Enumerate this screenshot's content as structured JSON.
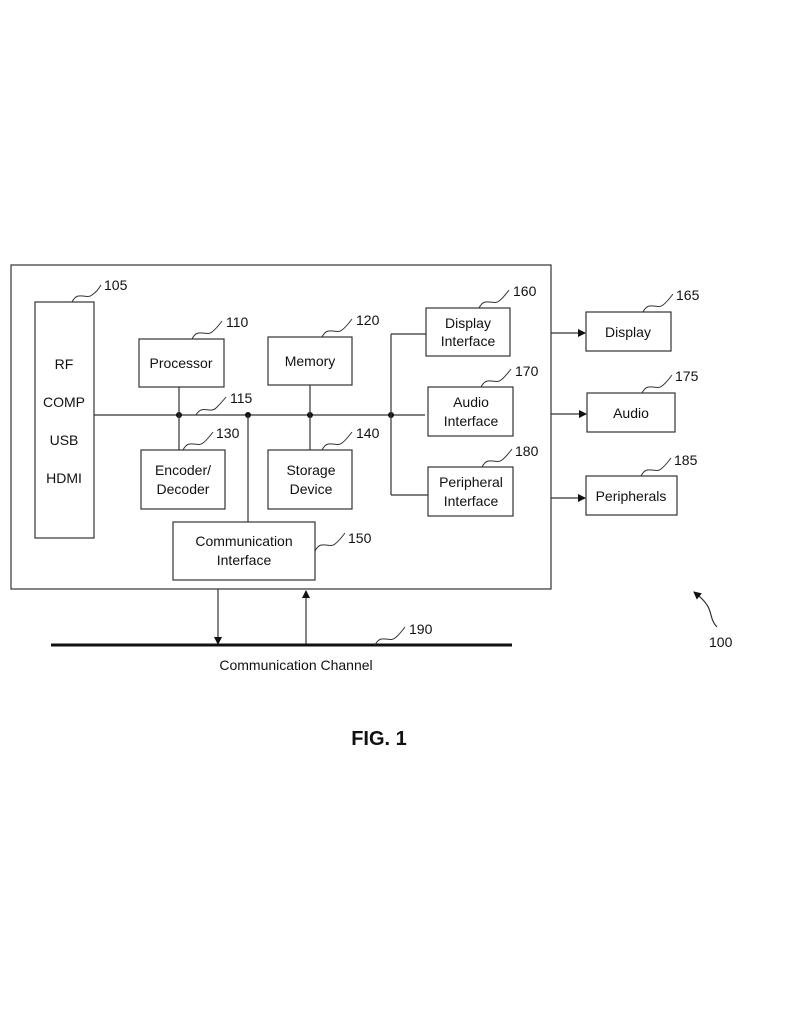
{
  "figure": {
    "caption": "FIG. 1",
    "system_ref": "100",
    "blocks": {
      "ports": {
        "ref": "105",
        "lines": [
          "RF",
          "COMP",
          "USB",
          "HDMI"
        ]
      },
      "processor": {
        "ref": "110",
        "lines": [
          "Processor"
        ]
      },
      "bus": {
        "ref": "115"
      },
      "memory": {
        "ref": "120",
        "lines": [
          "Memory"
        ]
      },
      "encoder": {
        "ref": "130",
        "lines": [
          "Encoder/",
          "Decoder"
        ]
      },
      "storage": {
        "ref": "140",
        "lines": [
          "Storage",
          "Device"
        ]
      },
      "comm_interface": {
        "ref": "150",
        "lines": [
          "Communication",
          "Interface"
        ]
      },
      "display_interface": {
        "ref": "160",
        "lines": [
          "Display",
          "Interface"
        ]
      },
      "display": {
        "ref": "165",
        "lines": [
          "Display"
        ]
      },
      "audio_interface": {
        "ref": "170",
        "lines": [
          "Audio",
          "Interface"
        ]
      },
      "audio": {
        "ref": "175",
        "lines": [
          "Audio"
        ]
      },
      "peripheral_interface": {
        "ref": "180",
        "lines": [
          "Peripheral",
          "Interface"
        ]
      },
      "peripherals": {
        "ref": "185",
        "lines": [
          "Peripherals"
        ]
      },
      "channel": {
        "ref": "190",
        "label": "Communication Channel"
      }
    }
  }
}
